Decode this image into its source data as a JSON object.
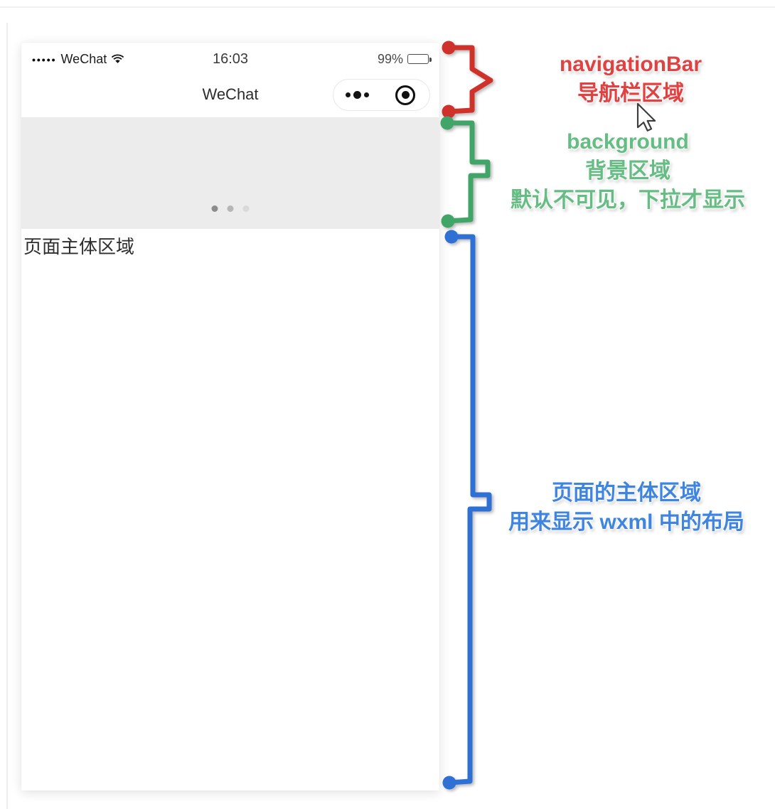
{
  "phone": {
    "status_bar": {
      "signal_dots": "•••••",
      "carrier": "WeChat",
      "time": "16:03",
      "battery_percent": "99%"
    },
    "nav_bar": {
      "title": "WeChat"
    },
    "background_area": {
      "pager_dot_count": 3
    },
    "page_body": {
      "text": "页面主体区域"
    }
  },
  "annotations": {
    "navigation_bar": {
      "line1": "navigationBar",
      "line2": "导航栏区域",
      "color": "#e04141",
      "bracket_color": "#cf3329"
    },
    "background": {
      "line1": "background",
      "line2": "背景区域",
      "line3": "默认不可见，下拉才显示",
      "color": "#66bd84",
      "bracket_color": "#43a567"
    },
    "page_body": {
      "line1": "页面的主体区域",
      "line2": "用来显示 wxml 中的布局",
      "color": "#3f85e0",
      "bracket_color": "#2e6fd4"
    }
  },
  "icons": {
    "wifi_icon": "wifi arcs",
    "battery_icon": "filled battery",
    "capsule_menu_icon": "three dots",
    "capsule_record_icon": "circled dot",
    "pager_dots_icon": "three gray dots",
    "cursor_icon": "arrow pointer"
  },
  "colors": {
    "background_area_gray": "#ececec",
    "capsule_border": "#e7e7e7"
  }
}
